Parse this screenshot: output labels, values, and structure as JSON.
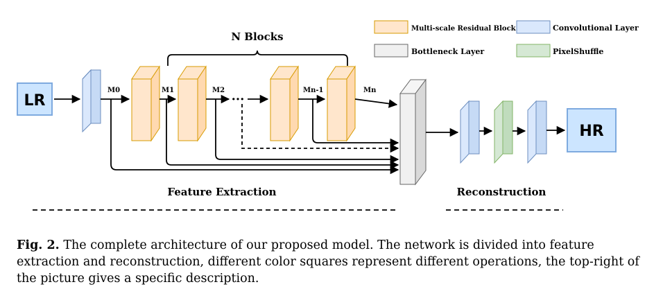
{
  "legend": {
    "msrb": "Multi-scale Residual Block",
    "conv": "Convolutional Layer",
    "bottleneck": "Bottleneck Layer",
    "pixelshuffle": "PixelShuffle"
  },
  "header": "N Blocks",
  "input_label": "LR",
  "output_label": "HR",
  "nodes": {
    "m0": "M0",
    "m1": "M1",
    "m2": "M2",
    "dots": "···",
    "mn1": "Mn-1",
    "mn": "Mn"
  },
  "sections": {
    "feature_extraction": "Feature Extraction",
    "reconstruction": "Reconstruction"
  },
  "caption": {
    "label": "Fig. 2.",
    "text": "The complete architecture of our proposed model. The network is divided into feature extraction and reconstruction, different color squares represent different operations, the top-right of the picture gives a specific description."
  },
  "colors": {
    "msrb_fill": "#ffe6cc",
    "msrb_stroke": "#d79b00",
    "conv_fill": "#dae8fc",
    "conv_stroke": "#6c8ebf",
    "bottleneck_fill": "#f0f0f0",
    "bottleneck_stroke": "#666666",
    "pixelshuffle_fill": "#d5e8d4",
    "pixelshuffle_stroke": "#82b366",
    "io_fill": "#cce5ff",
    "io_stroke": "#7eaadf"
  }
}
